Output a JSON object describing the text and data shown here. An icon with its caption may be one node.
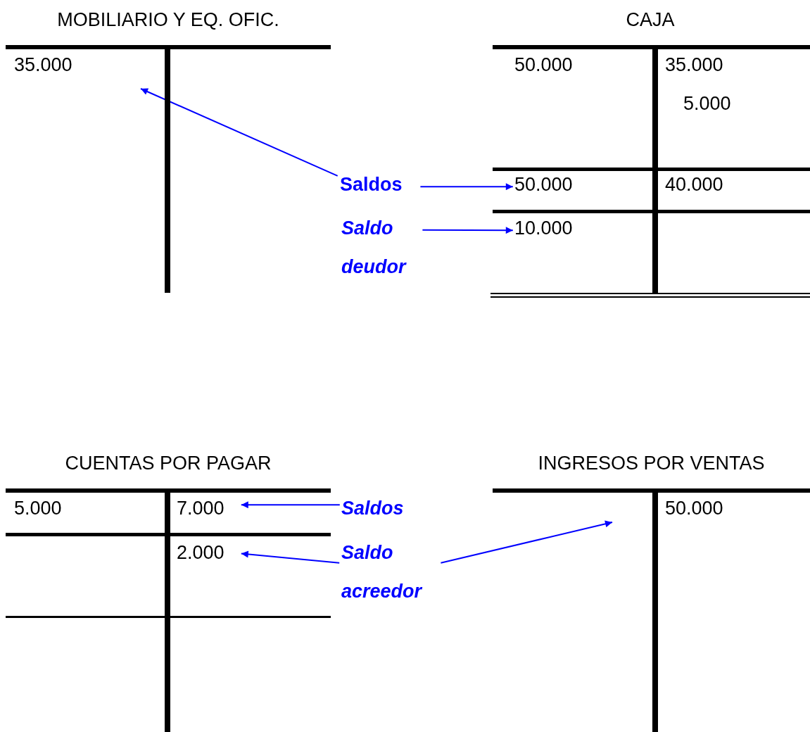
{
  "diagram": {
    "nodes": [
      {
        "text": [
          "MOBILIARIO Y EQ. OFIC."
        ]
      },
      {
        "text": [
          "35.000"
        ],
        "in": 0
      },
      {
        "text": [
          "CAJA"
        ]
      },
      {
        "text": [
          "50.000"
        ],
        "in": 2
      },
      {
        "text": [
          "35.000"
        ],
        "in": 2
      },
      {
        "text": [
          "5.000"
        ],
        "in": 2
      },
      {
        "text": [
          "50.000"
        ],
        "in": 2
      },
      {
        "text": [
          "40.000"
        ],
        "in": 2
      },
      {
        "text": [
          "10.000"
        ],
        "in": 2
      },
      {
        "text": [
          "Saldos"
        ]
      },
      {
        "text": [
          "Saldo deudor"
        ]
      },
      {
        "text": [
          "CUENTAS POR PAGAR"
        ]
      },
      {
        "text": [
          "5.000"
        ],
        "in": 11
      },
      {
        "text": [
          "7.000"
        ],
        "in": 11
      },
      {
        "text": [
          "2.000"
        ],
        "in": 11
      },
      {
        "text": [
          "Saldos"
        ]
      },
      {
        "text": [
          "Saldo acreedor"
        ]
      },
      {
        "text": [
          "INGRESOS POR VENTAS"
        ]
      },
      {
        "text": [
          "50.000"
        ],
        "in": 17
      }
    ],
    "edges": [
      {
        "from": 9,
        "to": 1,
        "arrow": "to"
      },
      {
        "from": 9,
        "to": 6,
        "arrow": "to"
      },
      {
        "from": 10,
        "to": 8,
        "arrow": "to"
      },
      {
        "from": 15,
        "to": 13,
        "arrow": "to"
      },
      {
        "from": 16,
        "to": 14,
        "arrow": "to"
      },
      {
        "from": 16,
        "to": null,
        "arrow": "to"
      }
    ]
  }
}
